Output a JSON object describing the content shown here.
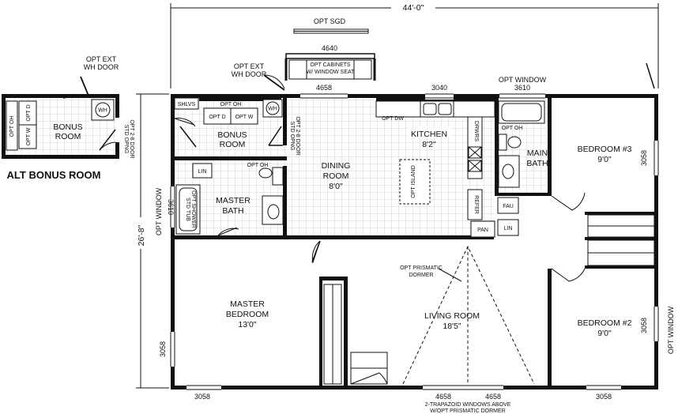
{
  "dimensions": {
    "overall_width": "44'-0\"",
    "overall_depth": "26'-8\""
  },
  "rooms": {
    "bonus_room": "BONUS\nROOM",
    "dining_room": "DINING\nROOM",
    "dining_size": "8'0\"",
    "kitchen": "KITCHEN",
    "kitchen_size": "8'2\"",
    "main_bath": "MAIN\nBATH",
    "bedroom3": "BEDROOM #3",
    "bedroom3_size": "9'0\"",
    "master_bath": "MASTER\nBATH",
    "master_bedroom": "MASTER\nBEDROOM",
    "master_bedroom_size": "13'0\"",
    "living_room": "LIVING ROOM",
    "living_size": "18'5\"",
    "bedroom2": "BEDROOM #2",
    "bedroom2_size": "9'0\""
  },
  "alt_bonus": {
    "title": "ALT BONUS ROOM",
    "room": "BONUS\nROOM",
    "ext_door": "OPT EXT\nWH DOOR",
    "wh": "WH",
    "opt_oh": "OPT OH",
    "opt_d": "OPT D",
    "opt_w": "OPT W",
    "std_door": "STD OPNG\nOPT 2-8 DOOR"
  },
  "labels": {
    "opt_sgd": "OPT SGD",
    "w4640": "4640",
    "opt_cabinets": "OPT CABINETS\nW/ WINDOW SEAT",
    "opt_ext_wh_door": "OPT EXT\nWH DOOR",
    "w4658_top": "4658",
    "w3040": "3040",
    "opt_window_top": "OPT WINDOW",
    "w3610_top": "3610",
    "shlvs": "SHLVS",
    "opt_oh": "OPT OH",
    "opt_d": "OPT D",
    "opt_w": "OPT W",
    "wh": "WH",
    "std_opng": "STD OPNG\nOPT 2-8 DOOR",
    "opt_dw": "OPT DW",
    "drwrs": "DRWRS",
    "opt_island": "OPT ISLAND",
    "refer": "REFER",
    "pan": "PAN",
    "lin": "LIN",
    "fau": "FAU",
    "lin2": "LIN",
    "opt_oh_bath": "OPT OH",
    "w3058_bed3": "3058",
    "opt_oh_mbath": "OPT OH",
    "lin_mbath": "LIN",
    "std_tub": "STD TUB\nOPT SHOWER",
    "opt_window_left": "OPT WINDOW",
    "w3610_left": "3610",
    "prismatic": "OPT PRISMATIC\nDORMER",
    "w3058_left": "3058",
    "w3058_bottom_left": "3058",
    "w4658_b1": "4658",
    "w4658_b2": "4658",
    "trapezoid": "2-TRAPAZOID WINDOWS ABOVE\nW/OPT PRISMATIC DORMER",
    "w3058_bottom_right": "3058",
    "w3058_bed2": "3058",
    "opt_window_right": "OPT WINDOW"
  }
}
